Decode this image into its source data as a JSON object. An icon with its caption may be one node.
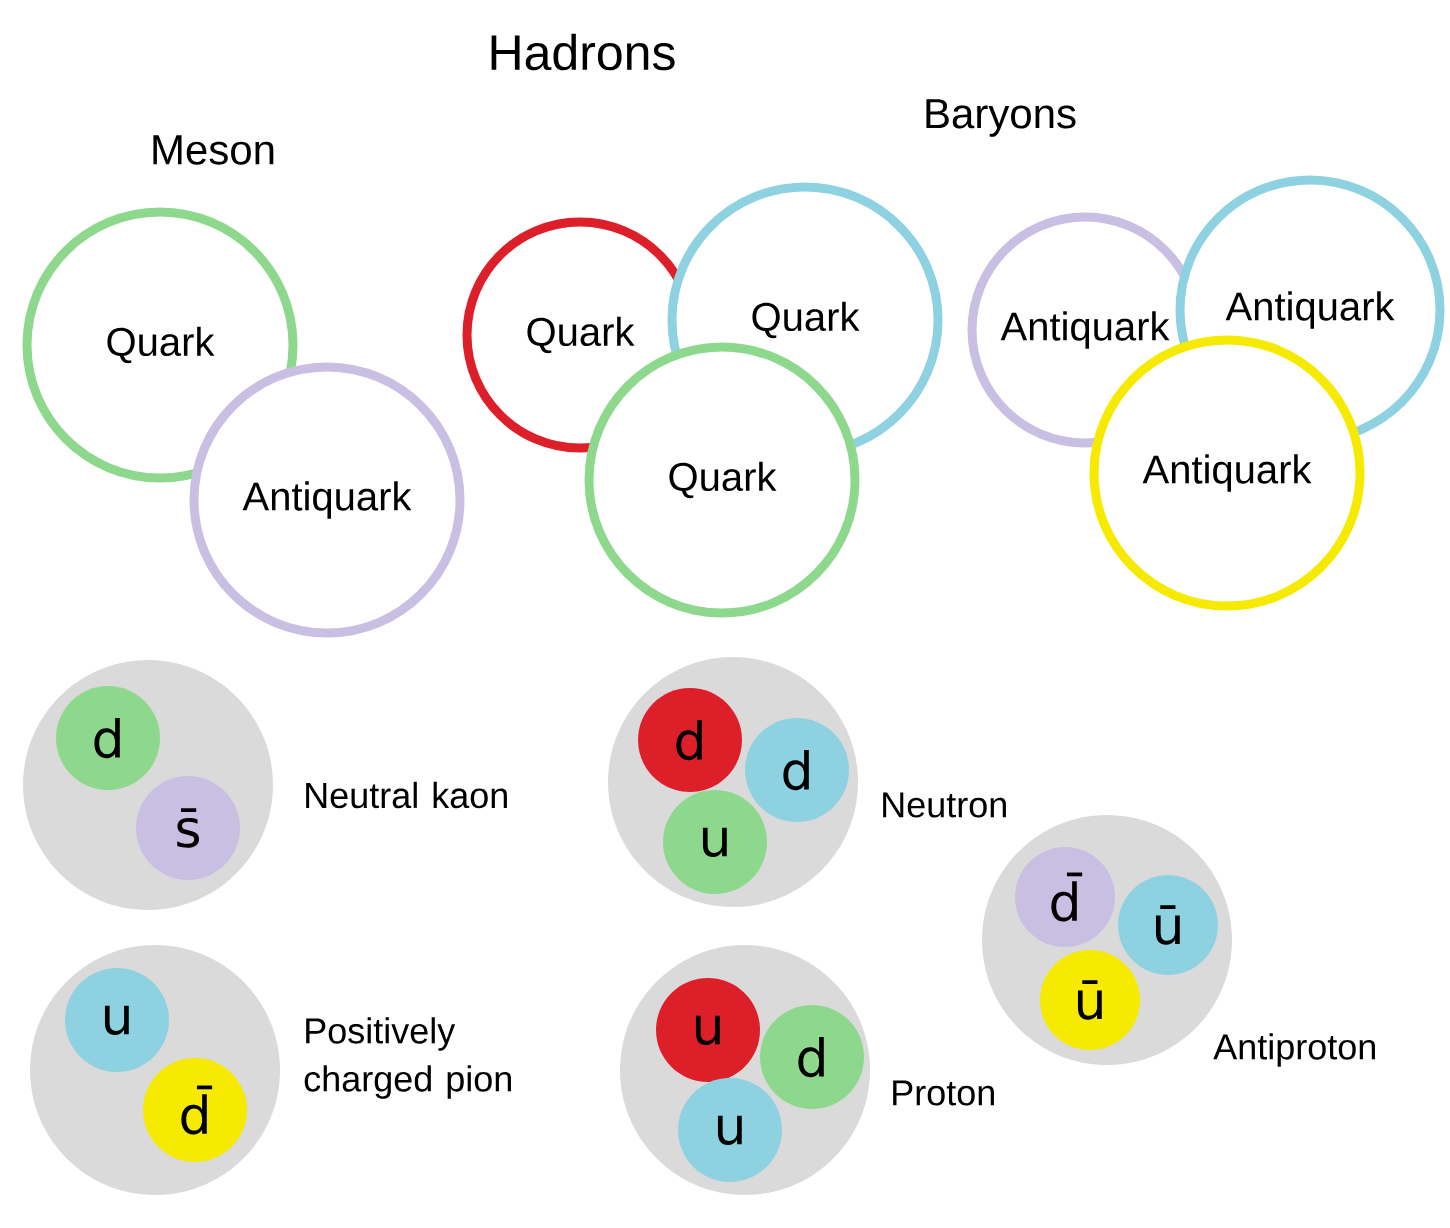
{
  "diagram": {
    "title": "Hadrons",
    "nodes": [
      {
        "text": [
          "Quark"
        ]
      },
      {
        "text": [
          "Antiquark"
        ]
      },
      {
        "text": [
          "Quark"
        ]
      },
      {
        "text": [
          "Quark"
        ]
      },
      {
        "text": [
          "Quark"
        ]
      },
      {
        "text": [
          "Antiquark"
        ]
      },
      {
        "text": [
          "Antiquark"
        ]
      },
      {
        "text": [
          "Antiquark"
        ]
      },
      {
        "text": [],
        "shape": "circle",
        "beside": [
          "Neutral kaon"
        ]
      },
      {
        "text": [
          "d"
        ],
        "in": 8
      },
      {
        "text": [
          "s̄"
        ],
        "in": 8
      },
      {
        "text": [],
        "shape": "circle",
        "beside": [
          "Neutron"
        ]
      },
      {
        "text": [
          "d"
        ],
        "in": 11
      },
      {
        "text": [
          "d"
        ],
        "in": 11
      },
      {
        "text": [
          "u"
        ],
        "in": 11
      },
      {
        "text": [],
        "shape": "circle",
        "beside": [
          "Antiproton"
        ]
      },
      {
        "text": [
          "d̄"
        ],
        "in": 15
      },
      {
        "text": [
          "ū"
        ],
        "in": 15
      },
      {
        "text": [
          "ū"
        ],
        "in": 15
      },
      {
        "text": [],
        "shape": "circle",
        "beside": [
          "Positively charged pion"
        ]
      },
      {
        "text": [
          "u"
        ],
        "in": 19
      },
      {
        "text": [
          "d̄"
        ],
        "in": 19
      },
      {
        "text": [],
        "shape": "circle",
        "beside": [
          "Proton"
        ]
      },
      {
        "text": [
          "u"
        ],
        "in": 22
      },
      {
        "text": [
          "d"
        ],
        "in": 22
      },
      {
        "text": [
          "u"
        ],
        "in": 22
      }
    ],
    "labels": [
      "Meson",
      "Baryons"
    ]
  }
}
